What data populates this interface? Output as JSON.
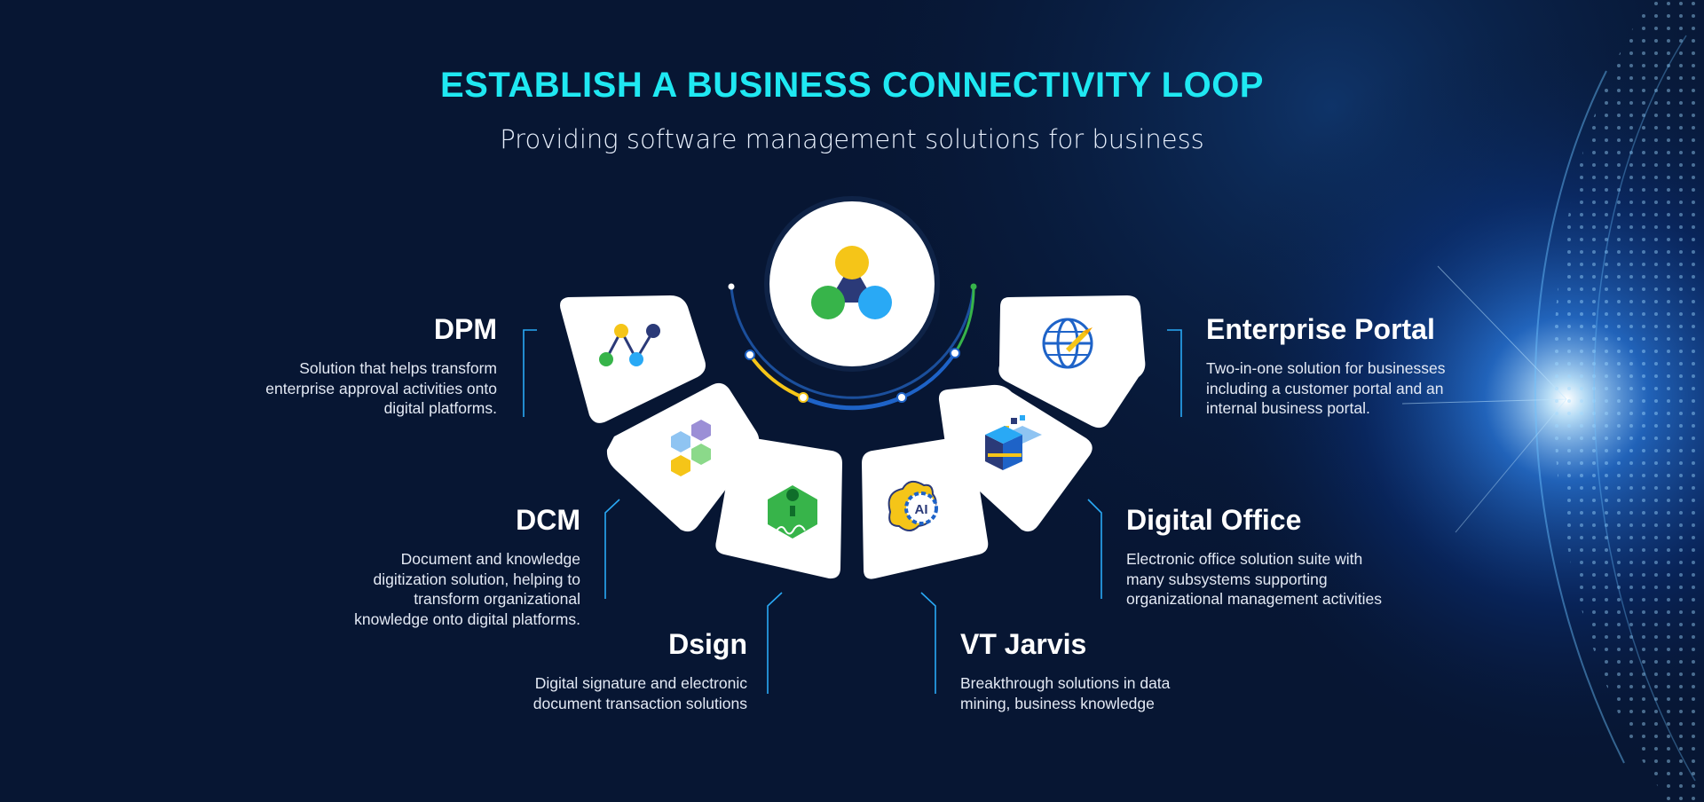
{
  "header": {
    "title": "ESTABLISH A BUSINESS CONNECTIVITY LOOP",
    "subtitle": "Providing software management solutions for business"
  },
  "products": [
    {
      "name": "DPM",
      "description": [
        "Solution that helps transform",
        "enterprise approval activities onto",
        "digital platforms."
      ],
      "icon": "line-graph-icon"
    },
    {
      "name": "DCM",
      "description": [
        "Document and knowledge",
        "digitization solution, helping to",
        "transform organizational",
        "knowledge onto digital platforms."
      ],
      "icon": "hexagons-icon"
    },
    {
      "name": "Dsign",
      "description": [
        "Digital signature and electronic",
        "document transaction solutions"
      ],
      "icon": "signature-hexagon-icon"
    },
    {
      "name": "VT Jarvis",
      "description": [
        "Breakthrough solutions in data",
        "mining, business knowledge"
      ],
      "icon": "ai-brain-icon"
    },
    {
      "name": "Digital Office",
      "description": [
        "Electronic office solution suite with",
        "many subsystems supporting",
        "organizational management activities"
      ],
      "icon": "office-cube-icon"
    },
    {
      "name": "Enterprise Portal",
      "description": [
        "Two-in-one solution for businesses",
        "including a customer portal and an",
        "internal business portal."
      ],
      "icon": "globe-icon"
    }
  ],
  "center": {
    "icon": "three-circles-logo-icon"
  },
  "colors": {
    "title": "#1fe8f2",
    "background": "#071633",
    "accent_blue": "#1e63c8",
    "accent_yellow": "#f5c518",
    "accent_green": "#37b44a"
  }
}
